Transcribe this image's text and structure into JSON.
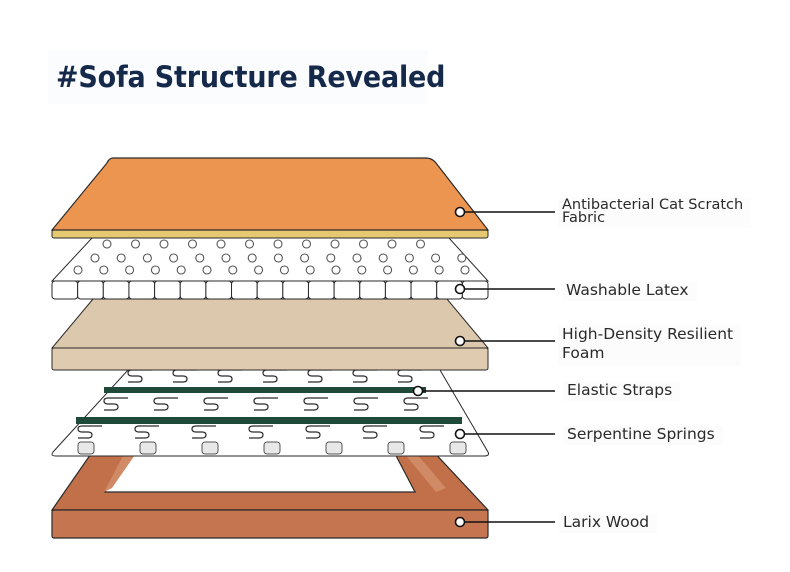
{
  "title": "#Sofa Structure Revealed",
  "colors": {
    "title": "#15294a",
    "fabric": "#ec9551",
    "fabric_edge": "#e0c060",
    "latex": "#ffffff",
    "foam": "#dcc8ac",
    "elastic_straps": "#1f4a3a",
    "wood": "#c57651",
    "outline": "#2a2a2a"
  },
  "layers": [
    {
      "id": "fabric",
      "label": "Antibacterial Cat Scratch Fabric",
      "label_lines": [
        "Antibacterial Cat Scratch",
        "Fabric"
      ]
    },
    {
      "id": "latex",
      "label": "Washable Latex",
      "label_lines": [
        "Washable Latex"
      ]
    },
    {
      "id": "foam",
      "label": "High-Density Resilient Foam",
      "label_lines": [
        "High-Density Resilient",
        "Foam"
      ]
    },
    {
      "id": "straps",
      "label": "Elastic Straps",
      "label_lines": [
        "Elastic Straps"
      ]
    },
    {
      "id": "springs",
      "label": "Serpentine Springs",
      "label_lines": [
        "Serpentine Springs"
      ]
    },
    {
      "id": "wood",
      "label": "Larix Wood",
      "label_lines": [
        "Larix Wood"
      ]
    }
  ]
}
